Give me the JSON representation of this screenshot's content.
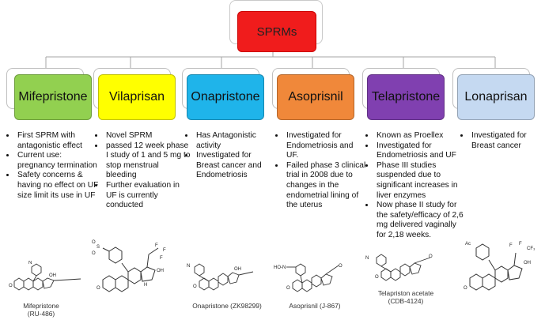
{
  "root": {
    "label": "SPRMs",
    "color": "#f01c1c"
  },
  "drugs": [
    {
      "name": "Mifepristone",
      "color": "#92d050",
      "bullets": [
        "First SPRM with antagonistic effect",
        "Current use: pregnancy termination",
        "Safety concerns & having no effect on UF size limit its use in UF"
      ],
      "caption": [
        "Mifepristone",
        "(RU-486)"
      ]
    },
    {
      "name": "Vilaprisan",
      "color": "#ffff00",
      "bullets": [
        "Novel SPRM",
        "passed 12 week phase I study of 1 and 5 mg to stop menstrual bleeding",
        "Further evaluation in UF is currently conducted"
      ],
      "caption": []
    },
    {
      "name": "Onapristone",
      "color": "#1fb4ea",
      "bullets": [
        "Has Antagonistic activity",
        "Investigated for Breast cancer and Endometriosis"
      ],
      "caption": [
        "Onapristone (ZK98299)"
      ]
    },
    {
      "name": "Asoprisnil",
      "color": "#f0883a",
      "bullets": [
        "Investigated for Endometriosis and UF.",
        "Failed phase 3 clinical trial in 2008 due to changes in the endometrial lining of the uterus"
      ],
      "caption": [
        "Asoprisnil (J-867)"
      ]
    },
    {
      "name": "Telapristone",
      "color": "#8040b0",
      "bullets": [
        "Known as Proellex",
        "Investigated for Endometriosis and UF",
        "Phase III studies suspended due to significant increases in liver enzymes",
        "Now phase II study for the safety/efficacy of 2,6 mg delivered vaginally for 2,18 weeks."
      ],
      "caption": [
        "Telapriston acetate",
        "(CDB-4124)"
      ]
    },
    {
      "name": "Lonaprisan",
      "color": "#c5d9f1",
      "bullets": [
        "Investigated for Breast cancer"
      ],
      "caption": []
    }
  ]
}
